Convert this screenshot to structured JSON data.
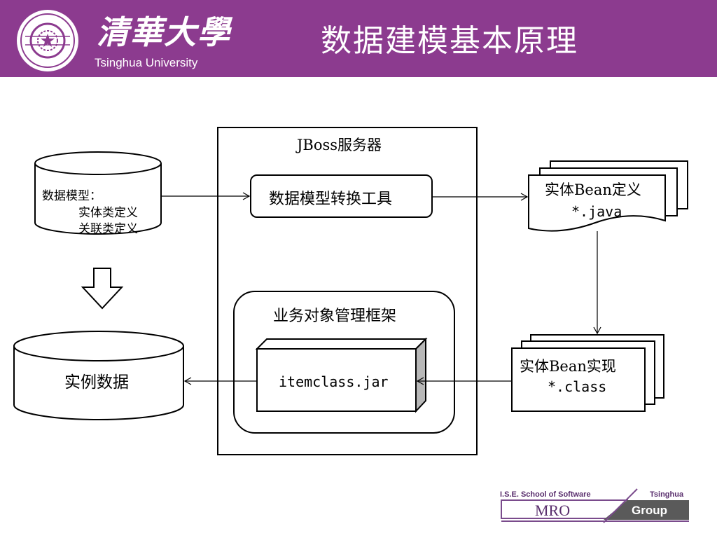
{
  "header": {
    "university_cn": "清華大學",
    "university_en": "Tsinghua University",
    "title": "数据建模基本原理",
    "bg_color": "#8c3b8f"
  },
  "diagram": {
    "server_label": "JBoss服务器",
    "data_model": {
      "title": "数据模型：",
      "line1": "实体类定义",
      "line2": "关联类定义"
    },
    "converter": "数据模型转换工具",
    "bean_def": {
      "line1": "实体Bean定义",
      "line2": "*.java"
    },
    "framework": "业务对象管理框架",
    "jar": "itemclass.jar",
    "bean_impl": {
      "line1": "实体Bean实现",
      "line2": "*.class"
    },
    "instance_data": "实例数据"
  },
  "footer": {
    "school": "I.S.E. School of Software",
    "tsinghua": "Tsinghua",
    "mro": "MRO",
    "group": "Group"
  }
}
